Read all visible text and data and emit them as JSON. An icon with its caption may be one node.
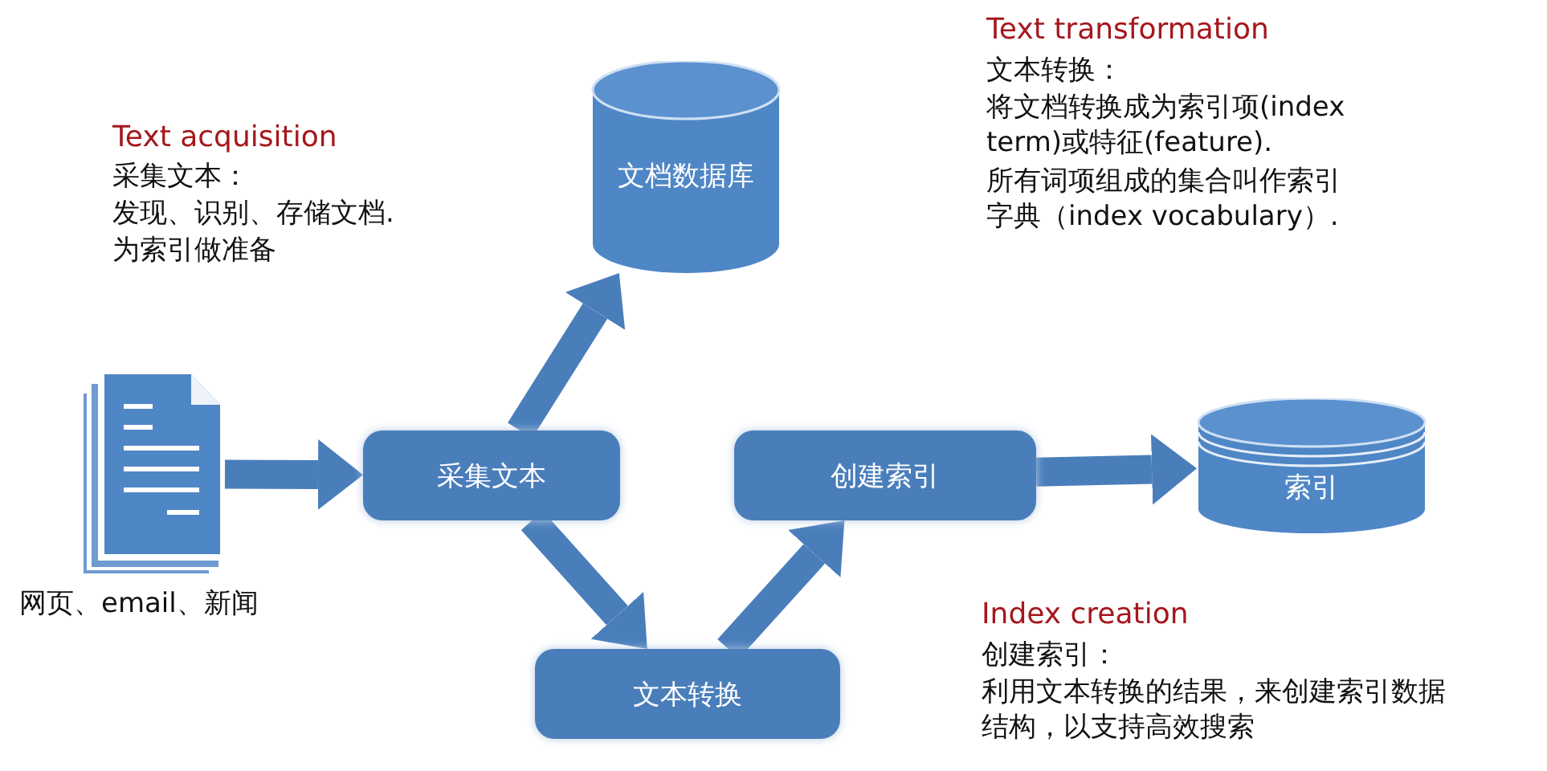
{
  "diagram": {
    "nodes": [
      {
        "text": [],
        "shape": "document",
        "beside": [
          "网页、email、新闻"
        ]
      },
      {
        "text": [
          "采集文本"
        ]
      },
      {
        "text": [
          "文档数据库"
        ]
      },
      {
        "text": [
          "文本转换"
        ]
      },
      {
        "text": [
          "创建索引"
        ]
      },
      {
        "text": [
          "索引"
        ]
      }
    ],
    "edges": [
      {
        "from": 0,
        "to": 1,
        "arrow": "to"
      },
      {
        "from": 1,
        "to": 2,
        "arrow": "to"
      },
      {
        "from": 1,
        "to": 3,
        "arrow": "to"
      },
      {
        "from": 3,
        "to": 4,
        "arrow": "to"
      },
      {
        "from": 4,
        "to": 5,
        "arrow": "to"
      }
    ],
    "labels": [
      "Text acquisition",
      "采集文本：",
      "发现、识别、存储文档.",
      "为索引做准备",
      "Text transformation",
      "文本转换：",
      "将文档转换成为索引项(index term)或特征(feature).",
      "所有词项组成的集合叫作索引字典（index vocabulary）.",
      "Index creation",
      "创建索引：",
      "利用文本转换的结果，来创建索引数据结构，以支持高效搜索"
    ]
  }
}
